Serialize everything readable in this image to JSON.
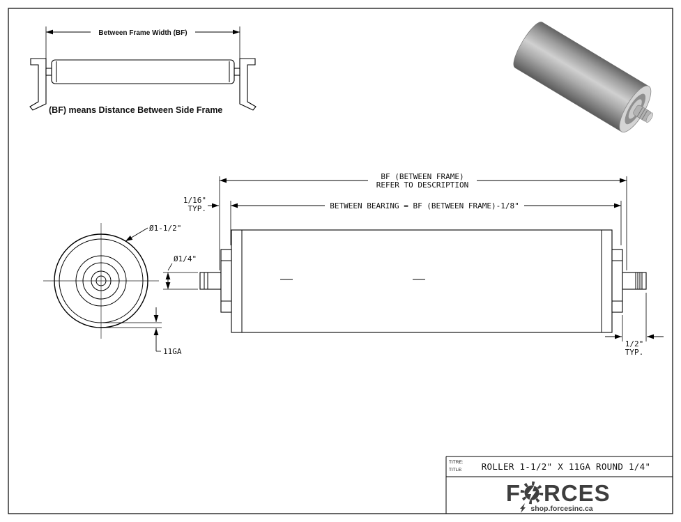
{
  "sheet": {
    "bg": "#ffffff",
    "line": "#000000"
  },
  "inset": {
    "dim_label": "Between Frame Width (BF)",
    "caption": "(BF) means Distance Between Side Frame"
  },
  "drawing": {
    "bf_line1": "BF (BETWEEN FRAME)",
    "bf_line2": "REFER TO DESCRIPTION",
    "between_bearing": "BETWEEN BEARING = BF (BETWEEN FRAME)-1/8\"",
    "gap_value": "1/16\"",
    "gap_suffix": "TYP.",
    "tube_diameter": "Ø1-1/2\"",
    "shaft_diameter": "Ø1/4\"",
    "wall_gauge": "11GA",
    "shaft_ext_value": "1/2\"",
    "shaft_ext_suffix": "TYP."
  },
  "title_block": {
    "label_fr": "TITRE:",
    "label_en": "TITLE:",
    "title": "ROLLER 1-1/2\" X 11GA ROUND 1/4\"",
    "logo_f": "F",
    "logo_rest": "RCES",
    "website": "shop.forcesinc.ca"
  }
}
